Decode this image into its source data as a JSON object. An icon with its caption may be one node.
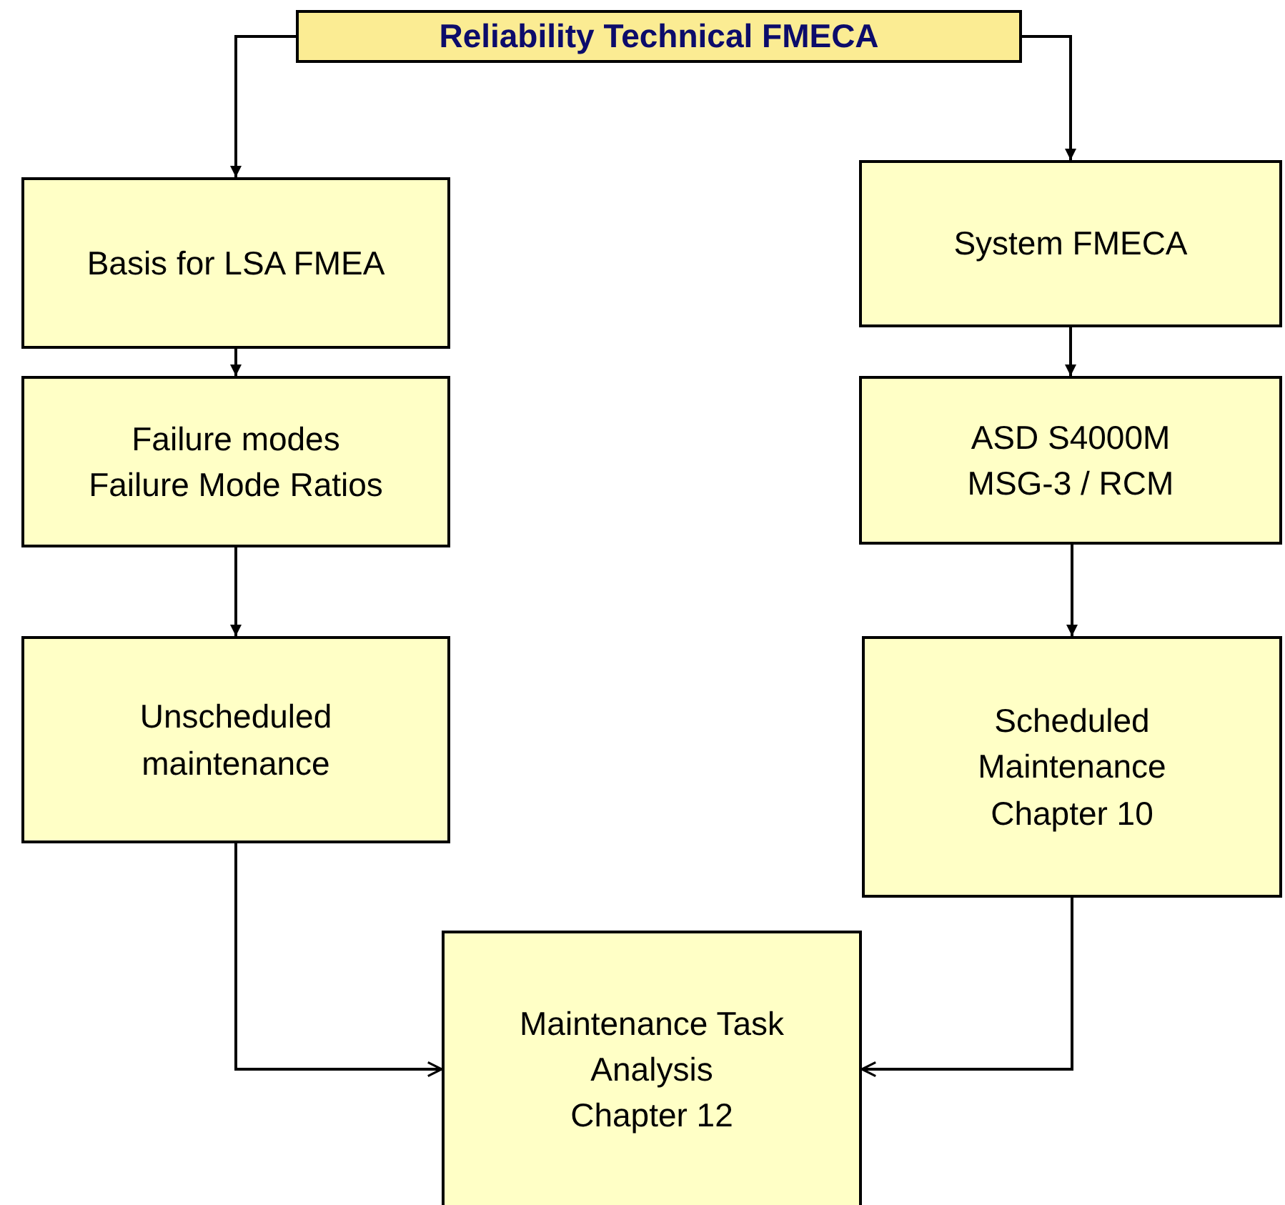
{
  "diagram": {
    "nodes": [
      {
        "text": [
          "Reliability Technical FMECA"
        ]
      },
      {
        "text": [
          "Basis for LSA FMEA"
        ]
      },
      {
        "text": [
          "Failure modes",
          "Failure Mode Ratios"
        ]
      },
      {
        "text": [
          "Unscheduled maintenance"
        ]
      },
      {
        "text": [
          "System FMECA"
        ]
      },
      {
        "text": [
          "ASD S4000M",
          "MSG-3 / RCM"
        ]
      },
      {
        "text": [
          "Scheduled Maintenance",
          "Chapter 10"
        ]
      },
      {
        "text": [
          "Maintenance Task Analysis",
          "Chapter 12"
        ]
      }
    ],
    "edges": [
      {
        "from": 0,
        "to": 1,
        "arrow": "to"
      },
      {
        "from": 0,
        "to": 4,
        "arrow": "to"
      },
      {
        "from": 1,
        "to": 2,
        "arrow": "to"
      },
      {
        "from": 2,
        "to": 3,
        "arrow": "to"
      },
      {
        "from": 4,
        "to": 5,
        "arrow": "to"
      },
      {
        "from": 5,
        "to": 6,
        "arrow": "to"
      },
      {
        "from": 3,
        "to": 7,
        "arrow": "to"
      },
      {
        "from": 6,
        "to": 7,
        "arrow": "to"
      }
    ]
  }
}
